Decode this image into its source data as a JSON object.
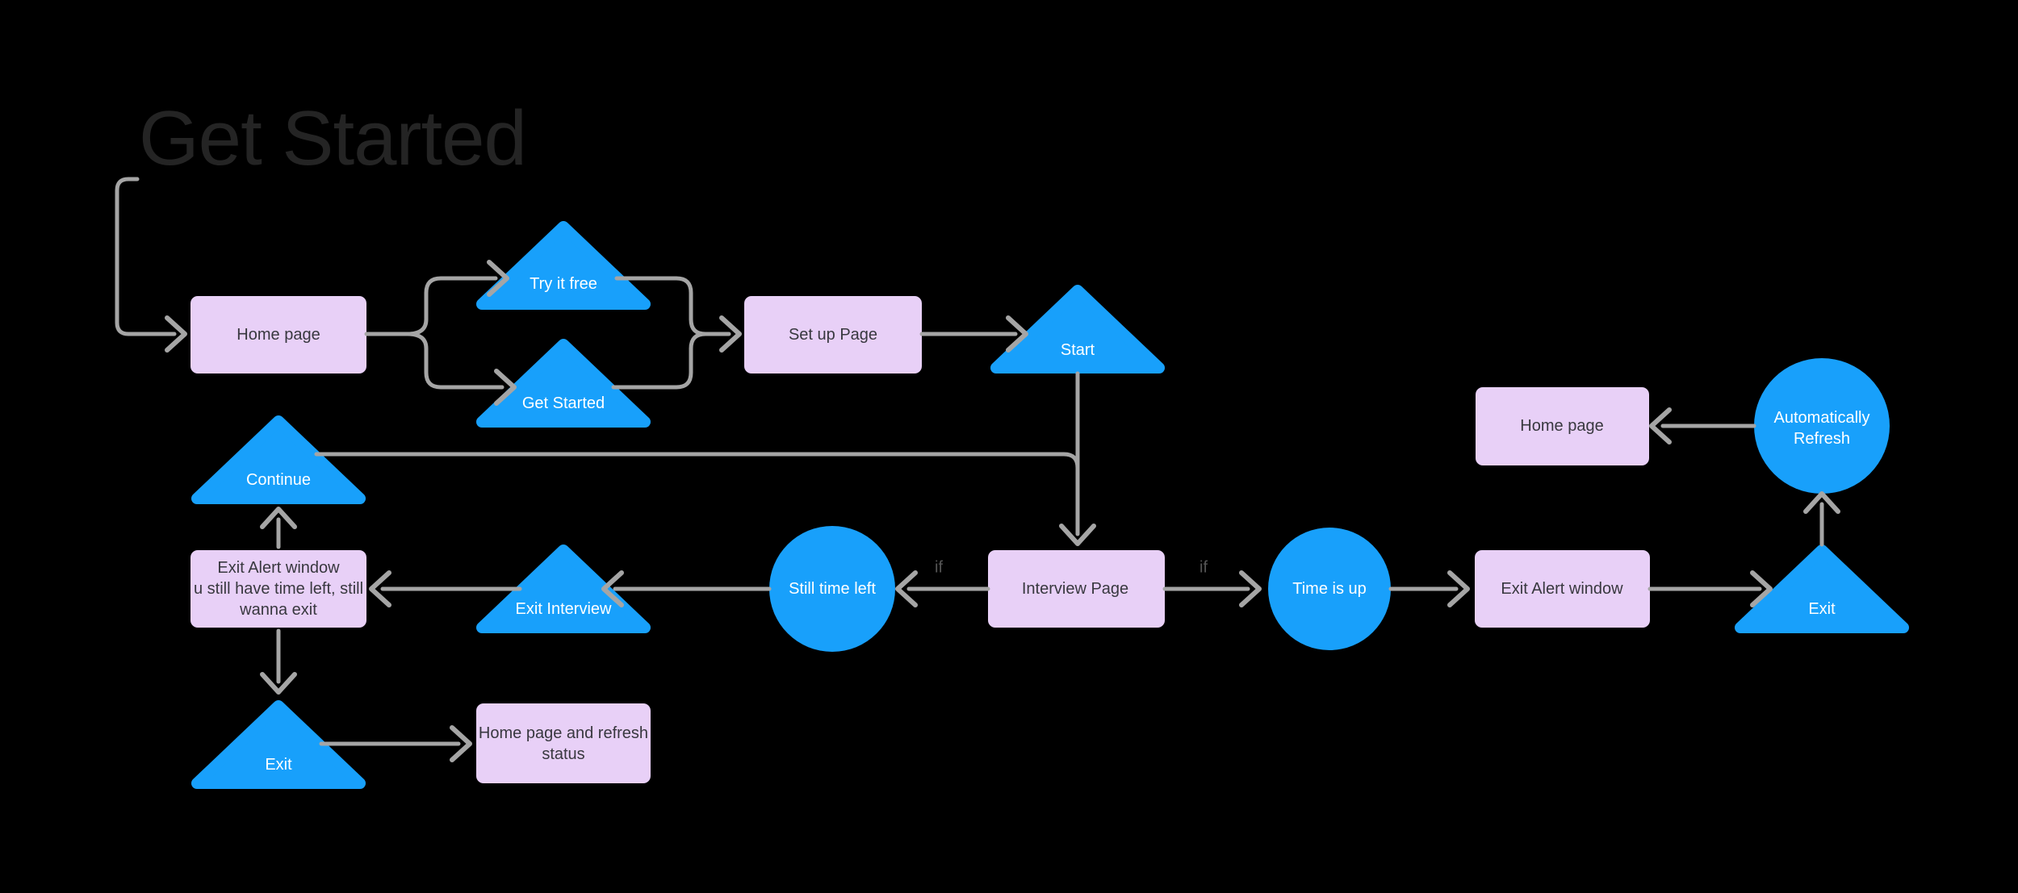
{
  "title": "Get Started",
  "colors": {
    "background": "#000000",
    "shape_blue": "#18A0FB",
    "rect_fill": "#E8D0F7",
    "connector": "#A5A5A5",
    "title_text": "#242424",
    "rect_text": "#38383F",
    "shape_text": "#FFFFFF",
    "if_label": "#565656"
  },
  "nodes": [
    {
      "id": "home-page-1",
      "type": "rectangle",
      "label": "Home page"
    },
    {
      "id": "try-it-free",
      "type": "triangle",
      "label": "Try it free"
    },
    {
      "id": "get-started",
      "type": "triangle",
      "label": "Get Started"
    },
    {
      "id": "setup-page",
      "type": "rectangle",
      "label": "Set up Page"
    },
    {
      "id": "start",
      "type": "triangle",
      "label": "Start"
    },
    {
      "id": "continue",
      "type": "triangle",
      "label": "Continue"
    },
    {
      "id": "exit-alert-window-left",
      "type": "rectangle",
      "label": "Exit Alert window\nu still have time left, still\nwanna exit"
    },
    {
      "id": "exit-interview",
      "type": "triangle",
      "label": "Exit Interview"
    },
    {
      "id": "still-time-left",
      "type": "circle",
      "label": "Still time left"
    },
    {
      "id": "interview-page",
      "type": "rectangle",
      "label": "Interview Page"
    },
    {
      "id": "time-is-up",
      "type": "circle",
      "label": "Time is up"
    },
    {
      "id": "exit-alert-window-right",
      "type": "rectangle",
      "label": "Exit Alert window"
    },
    {
      "id": "exit-right",
      "type": "triangle",
      "label": "Exit"
    },
    {
      "id": "automatically-refresh",
      "type": "circle",
      "label": "Automatically\nRefresh"
    },
    {
      "id": "home-page-2",
      "type": "rectangle",
      "label": "Home page"
    },
    {
      "id": "exit-bottom",
      "type": "triangle",
      "label": "Exit"
    },
    {
      "id": "home-page-refresh-status",
      "type": "rectangle",
      "label": "Home page and refresh\nstatus"
    }
  ],
  "edge_labels": {
    "interview_to_still_time_left": "if",
    "interview_to_time_is_up": "if"
  }
}
